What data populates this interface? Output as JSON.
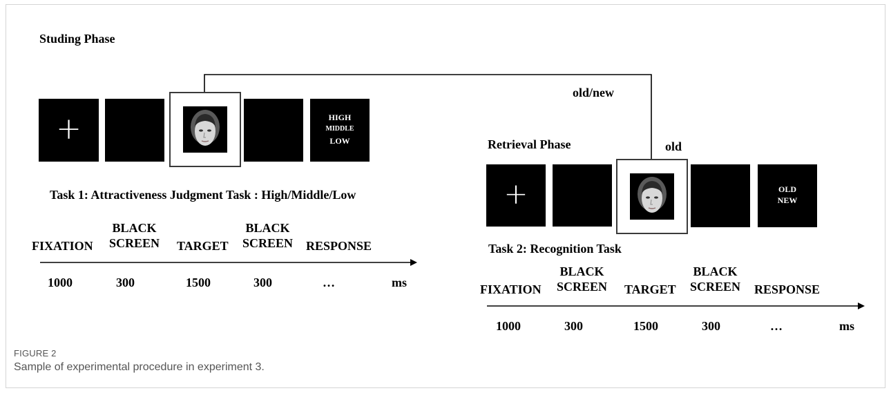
{
  "study": {
    "heading": "Studing Phase",
    "response_lines": [
      "HIGH",
      "MIDDLE",
      "LOW"
    ],
    "task_label": "Task 1: Attractiveness Judgment Task : High/Middle/Low",
    "timeline": {
      "fixation": "FIXATION",
      "black_top": "BLACK",
      "black_bottom": "SCREEN",
      "target": "TARGET",
      "black2_top": "BLACK",
      "black2_bottom": "SCREEN",
      "response": "RESPONSE"
    },
    "durations": [
      "1000",
      "300",
      "1500",
      "300",
      "…"
    ],
    "unit": "ms"
  },
  "connector_label": "old/new",
  "retrieval": {
    "heading": "Retrieval Phase",
    "old_label": "old",
    "response_lines": [
      "OLD",
      "NEW"
    ],
    "task_label": "Task 2: Recognition Task",
    "timeline": {
      "fixation": "FIXATION",
      "black_top": "BLACK",
      "black_bottom": "SCREEN",
      "target": "TARGET",
      "black2_top": "BLACK",
      "black2_bottom": "SCREEN",
      "response": "RESPONSE"
    },
    "durations": [
      "1000",
      "300",
      "1500",
      "300",
      "…"
    ],
    "unit": "ms"
  },
  "fixation_symbol": "+",
  "caption": {
    "tag": "FIGURE 2",
    "text": "Sample of experimental procedure in experiment 3."
  }
}
